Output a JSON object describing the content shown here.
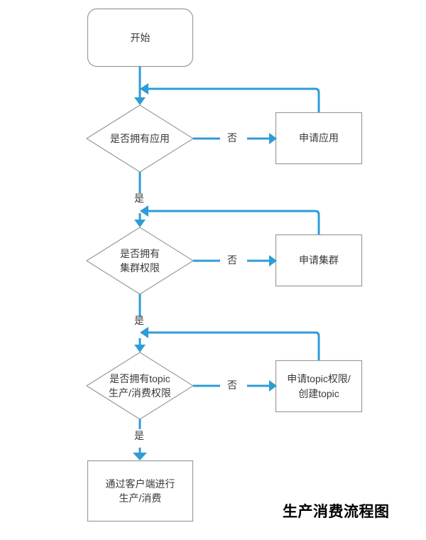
{
  "diagram": {
    "title": "生产消费流程图",
    "title_color": "#000000",
    "accent_color": "#2e9cd6",
    "node_border_color": "#9b9b9b",
    "node_fill_color": "#ffffff",
    "text_color": "#3a3a3a",
    "background_color": "#ffffff",
    "nodes": [
      {
        "id": "start",
        "type": "terminator",
        "label": "开始"
      },
      {
        "id": "dec1",
        "type": "decision",
        "label": "是否拥有应用"
      },
      {
        "id": "act1",
        "type": "process",
        "label": "申请应用"
      },
      {
        "id": "dec2",
        "type": "decision",
        "label": "是否拥有\n集群权限"
      },
      {
        "id": "act2",
        "type": "process",
        "label": "申请集群"
      },
      {
        "id": "dec3",
        "type": "decision",
        "label": "是否拥有topic\n生产/消费权限"
      },
      {
        "id": "act3",
        "type": "process",
        "label": "申请topic权限/\n创建topic"
      },
      {
        "id": "end",
        "type": "process",
        "label": "通过客户端进行\n生产/消费"
      }
    ],
    "edge_labels": {
      "no_1": "否",
      "yes_1": "是",
      "no_2": "否",
      "yes_2": "是",
      "no_3": "否",
      "yes_3": "是"
    },
    "edges": [
      {
        "from": "start",
        "to": "dec1",
        "label": ""
      },
      {
        "from": "dec1",
        "to": "act1",
        "label": "否"
      },
      {
        "from": "act1",
        "to": "dec1",
        "label": ""
      },
      {
        "from": "dec1",
        "to": "dec2",
        "label": "是"
      },
      {
        "from": "dec2",
        "to": "act2",
        "label": "否"
      },
      {
        "from": "act2",
        "to": "dec2",
        "label": ""
      },
      {
        "from": "dec2",
        "to": "dec3",
        "label": "是"
      },
      {
        "from": "dec3",
        "to": "act3",
        "label": "否"
      },
      {
        "from": "act3",
        "to": "dec3",
        "label": ""
      },
      {
        "from": "dec3",
        "to": "end",
        "label": "是"
      }
    ]
  }
}
